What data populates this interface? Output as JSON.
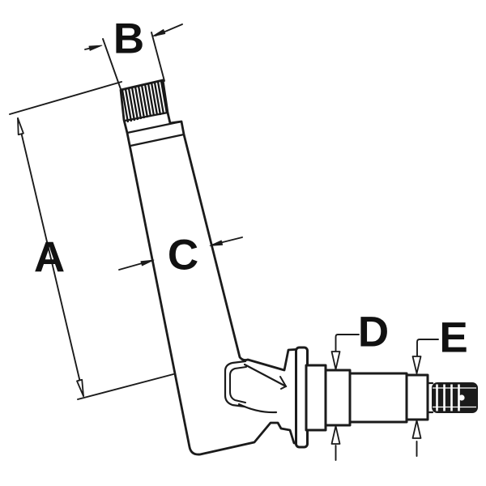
{
  "diagram": {
    "description": "Line drawing of a tapered spindle shaft with splined top, steering knuckle, flange and stepped bearing journals, annotated with dimension callouts",
    "labels": {
      "a": "A",
      "b": "B",
      "c": "C",
      "d": "D",
      "e": "E"
    },
    "colors": {
      "line": "#1b1b1b",
      "background": "#ffffff",
      "thread_fill": "#1b1b1b"
    }
  }
}
